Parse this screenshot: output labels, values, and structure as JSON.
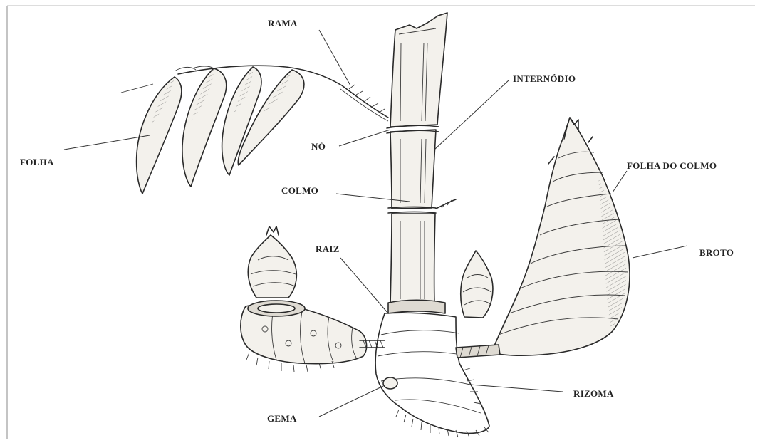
{
  "labels": {
    "rama": "RAMA",
    "internodio": "INTERNÓDIO",
    "no": "NÓ",
    "folha": "FOLHA",
    "folha_do_colmo": "FOLHA DO COLMO",
    "colmo": "COLMO",
    "raiz": "RAIZ",
    "broto": "BROTO",
    "rizoma": "RIZOMA",
    "gema": "GEMA"
  }
}
